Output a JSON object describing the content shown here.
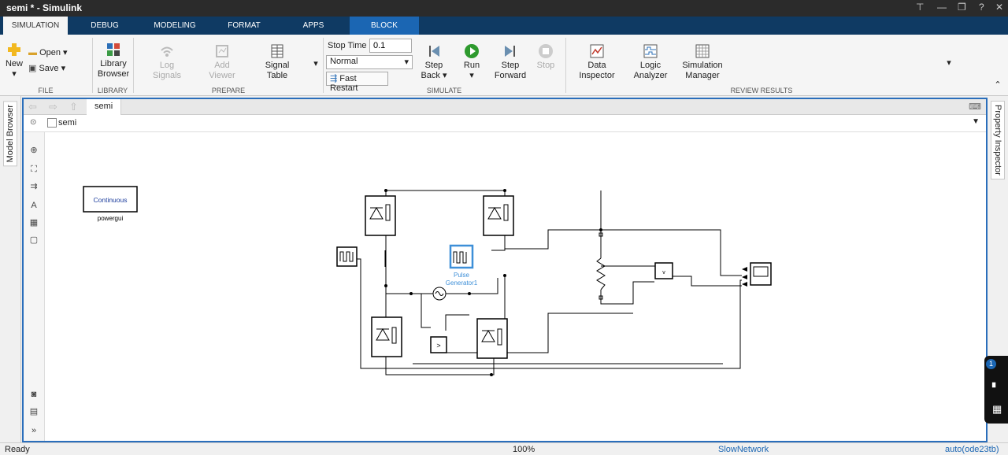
{
  "window": {
    "title": "semi * - Simulink"
  },
  "tabs": [
    "SIMULATION",
    "DEBUG",
    "MODELING",
    "FORMAT",
    "APPS",
    "BLOCK"
  ],
  "ribbon": {
    "file": {
      "label": "FILE",
      "new": "New",
      "open": "Open",
      "save": "Save"
    },
    "library": {
      "label": "LIBRARY",
      "browser_l1": "Library",
      "browser_l2": "Browser"
    },
    "prepare": {
      "label": "PREPARE",
      "log_l1": "Log",
      "log_l2": "Signals",
      "add_l1": "Add",
      "add_l2": "Viewer",
      "table_l1": "Signal",
      "table_l2": "Table"
    },
    "simulate": {
      "label": "SIMULATE",
      "stop_time_label": "Stop Time",
      "stop_time_value": "0.1",
      "mode": "Normal",
      "fast_restart": "Fast Restart",
      "step_back_l1": "Step",
      "step_back_l2": "Back",
      "run": "Run",
      "step_fwd_l1": "Step",
      "step_fwd_l2": "Forward",
      "stop": "Stop"
    },
    "review": {
      "label": "REVIEW RESULTS",
      "data_l1": "Data",
      "data_l2": "Inspector",
      "logic_l1": "Logic",
      "logic_l2": "Analyzer",
      "sim_l1": "Simulation",
      "sim_l2": "Manager"
    }
  },
  "side": {
    "model_browser": "Model Browser",
    "property_inspector": "Property Inspector"
  },
  "editor": {
    "tab": "semi",
    "path": "semi"
  },
  "diagram": {
    "powergui_label": "Continuous",
    "powergui_name": "powergui",
    "pulse_l1": "Pulse",
    "pulse_l2": "Generator1"
  },
  "status": {
    "left": "Ready",
    "zoom": "100%",
    "network": "SlowNetwork",
    "solver": "auto(ode23tb)"
  },
  "notification_count": "1",
  "colors": {
    "accent": "#1b66b3",
    "tabbar": "#0f3a63",
    "run": "#2e9a2e",
    "selected_block": "#3d8fd8"
  }
}
